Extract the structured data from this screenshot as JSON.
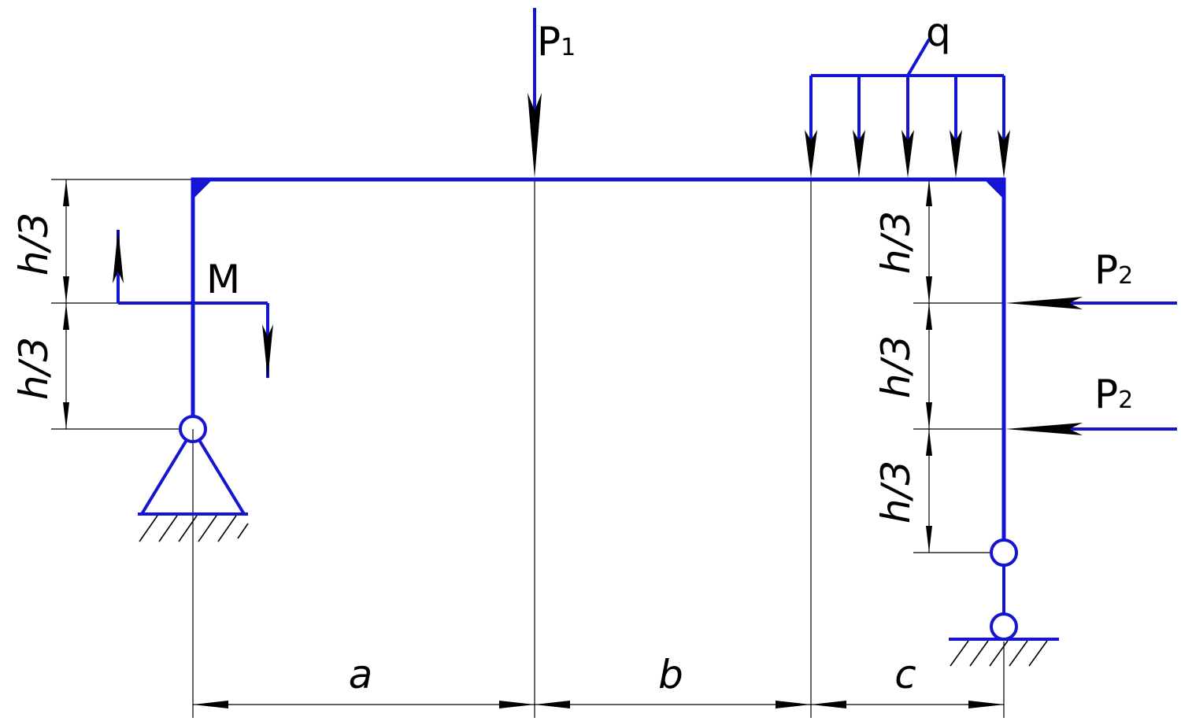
{
  "labels": {
    "p1_main": "P",
    "p1_sub": "1",
    "p2_upper_main": "P",
    "p2_upper_sub": "2",
    "p2_lower_main": "P",
    "p2_lower_sub": "2",
    "q": "q",
    "moment": "M",
    "h3_left_top": "h/3",
    "h3_left_bottom": "h/3",
    "h3_right_1": "h/3",
    "h3_right_2": "h/3",
    "h3_right_3": "h/3",
    "dim_a": "a",
    "dim_b": "b",
    "dim_c": "c"
  },
  "colors": {
    "structure": "#1414d2",
    "dimension": "#000000"
  }
}
